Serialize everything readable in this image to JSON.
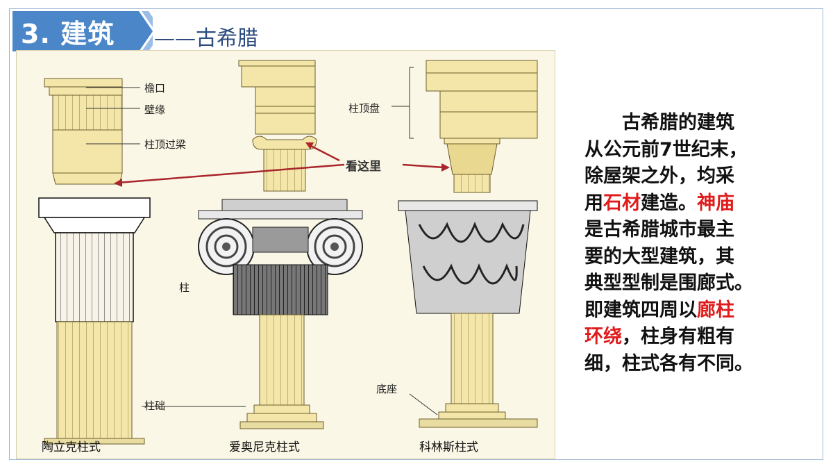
{
  "header": {
    "number_title": "3. 建筑",
    "subtitle": "——古希腊"
  },
  "figure": {
    "labels": {
      "entablature_cornice": "檐口",
      "entablature_frieze": "壁缘",
      "entablature_architrave": "柱顶过梁",
      "entablature_group": "柱顶盘",
      "look_here": "看这里",
      "column_partial": "柱",
      "base_stylobate": "柱础",
      "base_plinth": "底座"
    },
    "captions": {
      "doric": "陶立克柱式",
      "ionic": "爱奥尼克柱式",
      "corinthian": "科林斯柱式"
    }
  },
  "description": {
    "line1": "古希腊的建筑",
    "line2": "从公元前7世纪末，",
    "line3": "除屋架之外，均采",
    "line4_a": "用",
    "line4_b": "石材",
    "line4_c": "建造。",
    "line4_d": "神庙",
    "line5": "是古希腊城市最主",
    "line6": "要的大型建筑，其",
    "line7": "典型型制是围廊式。",
    "line8_a": "即建筑四周以",
    "line8_b": "廊柱",
    "line9_a": "环绕",
    "line9_b": "，柱身有粗有",
    "line10": "细，柱式各有不同。"
  },
  "colors": {
    "header_blue": "#4a86c8",
    "header_dark": "#2f5f9e",
    "subtitle_color": "#2e4d7f",
    "highlight_red": "#e01b1b",
    "figure_bg": "#fbf7e6",
    "column_fill": "#f3e6a8",
    "arrow_red": "#a8262c"
  }
}
